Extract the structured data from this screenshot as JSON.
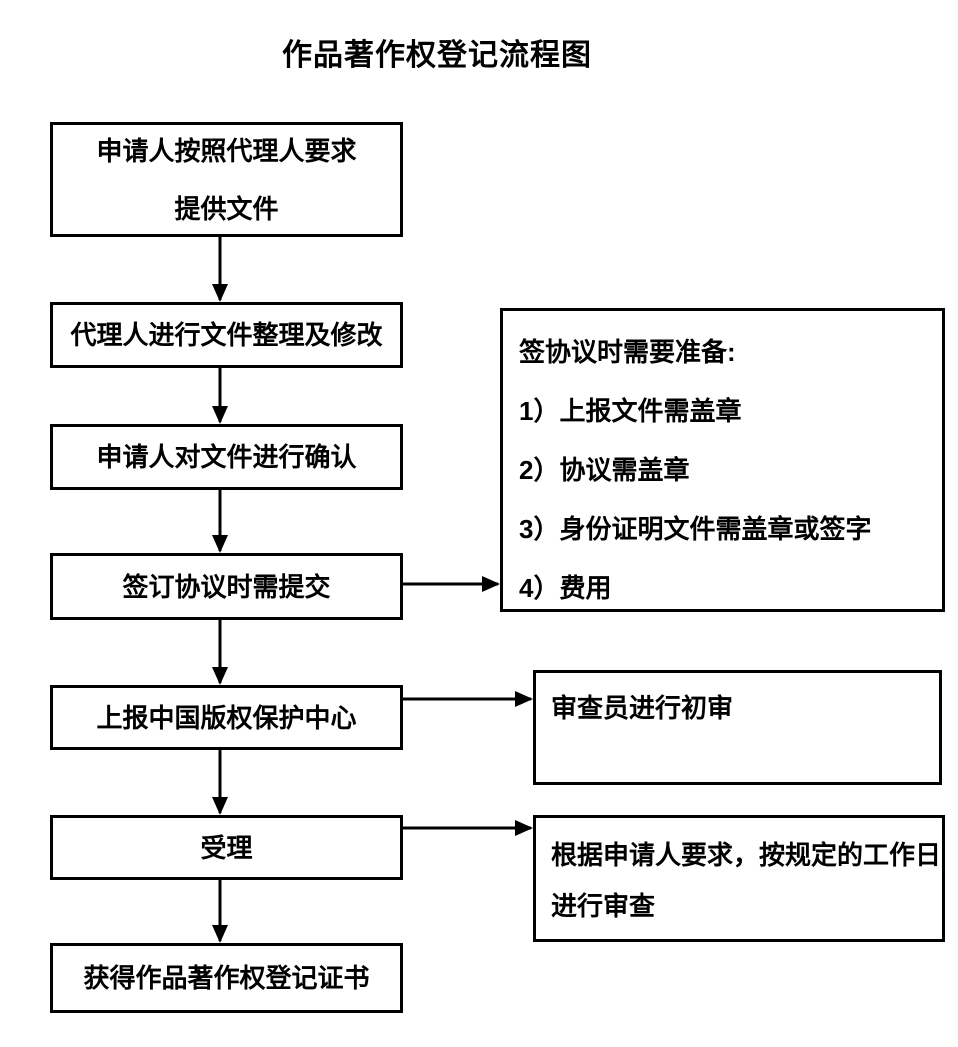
{
  "title": "作品著作权登记流程图",
  "colors": {
    "line": "#000000",
    "background": "#ffffff",
    "text": "#000000"
  },
  "steps": [
    {
      "id": "provide-documents",
      "lines": [
        "申请人按照代理人要求",
        "提供文件"
      ]
    },
    {
      "id": "agent-organize-files",
      "lines": [
        "代理人进行文件整理及修改"
      ]
    },
    {
      "id": "applicant-confirm-files",
      "lines": [
        "申请人对文件进行确认"
      ]
    },
    {
      "id": "sign-agreement-submit",
      "lines": [
        "签订协议时需提交"
      ]
    },
    {
      "id": "report-copyright-center",
      "lines": [
        "上报中国版权保护中心"
      ]
    },
    {
      "id": "acceptance",
      "lines": [
        "受理"
      ]
    },
    {
      "id": "obtain-certificate",
      "lines": [
        "获得作品著作权登记证书"
      ]
    }
  ],
  "annotations": [
    {
      "id": "agreement-preparation",
      "lines": [
        "签协议时需要准备:",
        "1）上报文件需盖章",
        "2）协议需盖章",
        "3）身份证明文件需盖章或签字",
        "4）费用"
      ]
    },
    {
      "id": "preliminary-review",
      "lines": [
        "审查员进行初审"
      ]
    },
    {
      "id": "review-schedule",
      "lines": [
        "根据申请人要求，按规定的工作日",
        "进行审查"
      ]
    }
  ]
}
